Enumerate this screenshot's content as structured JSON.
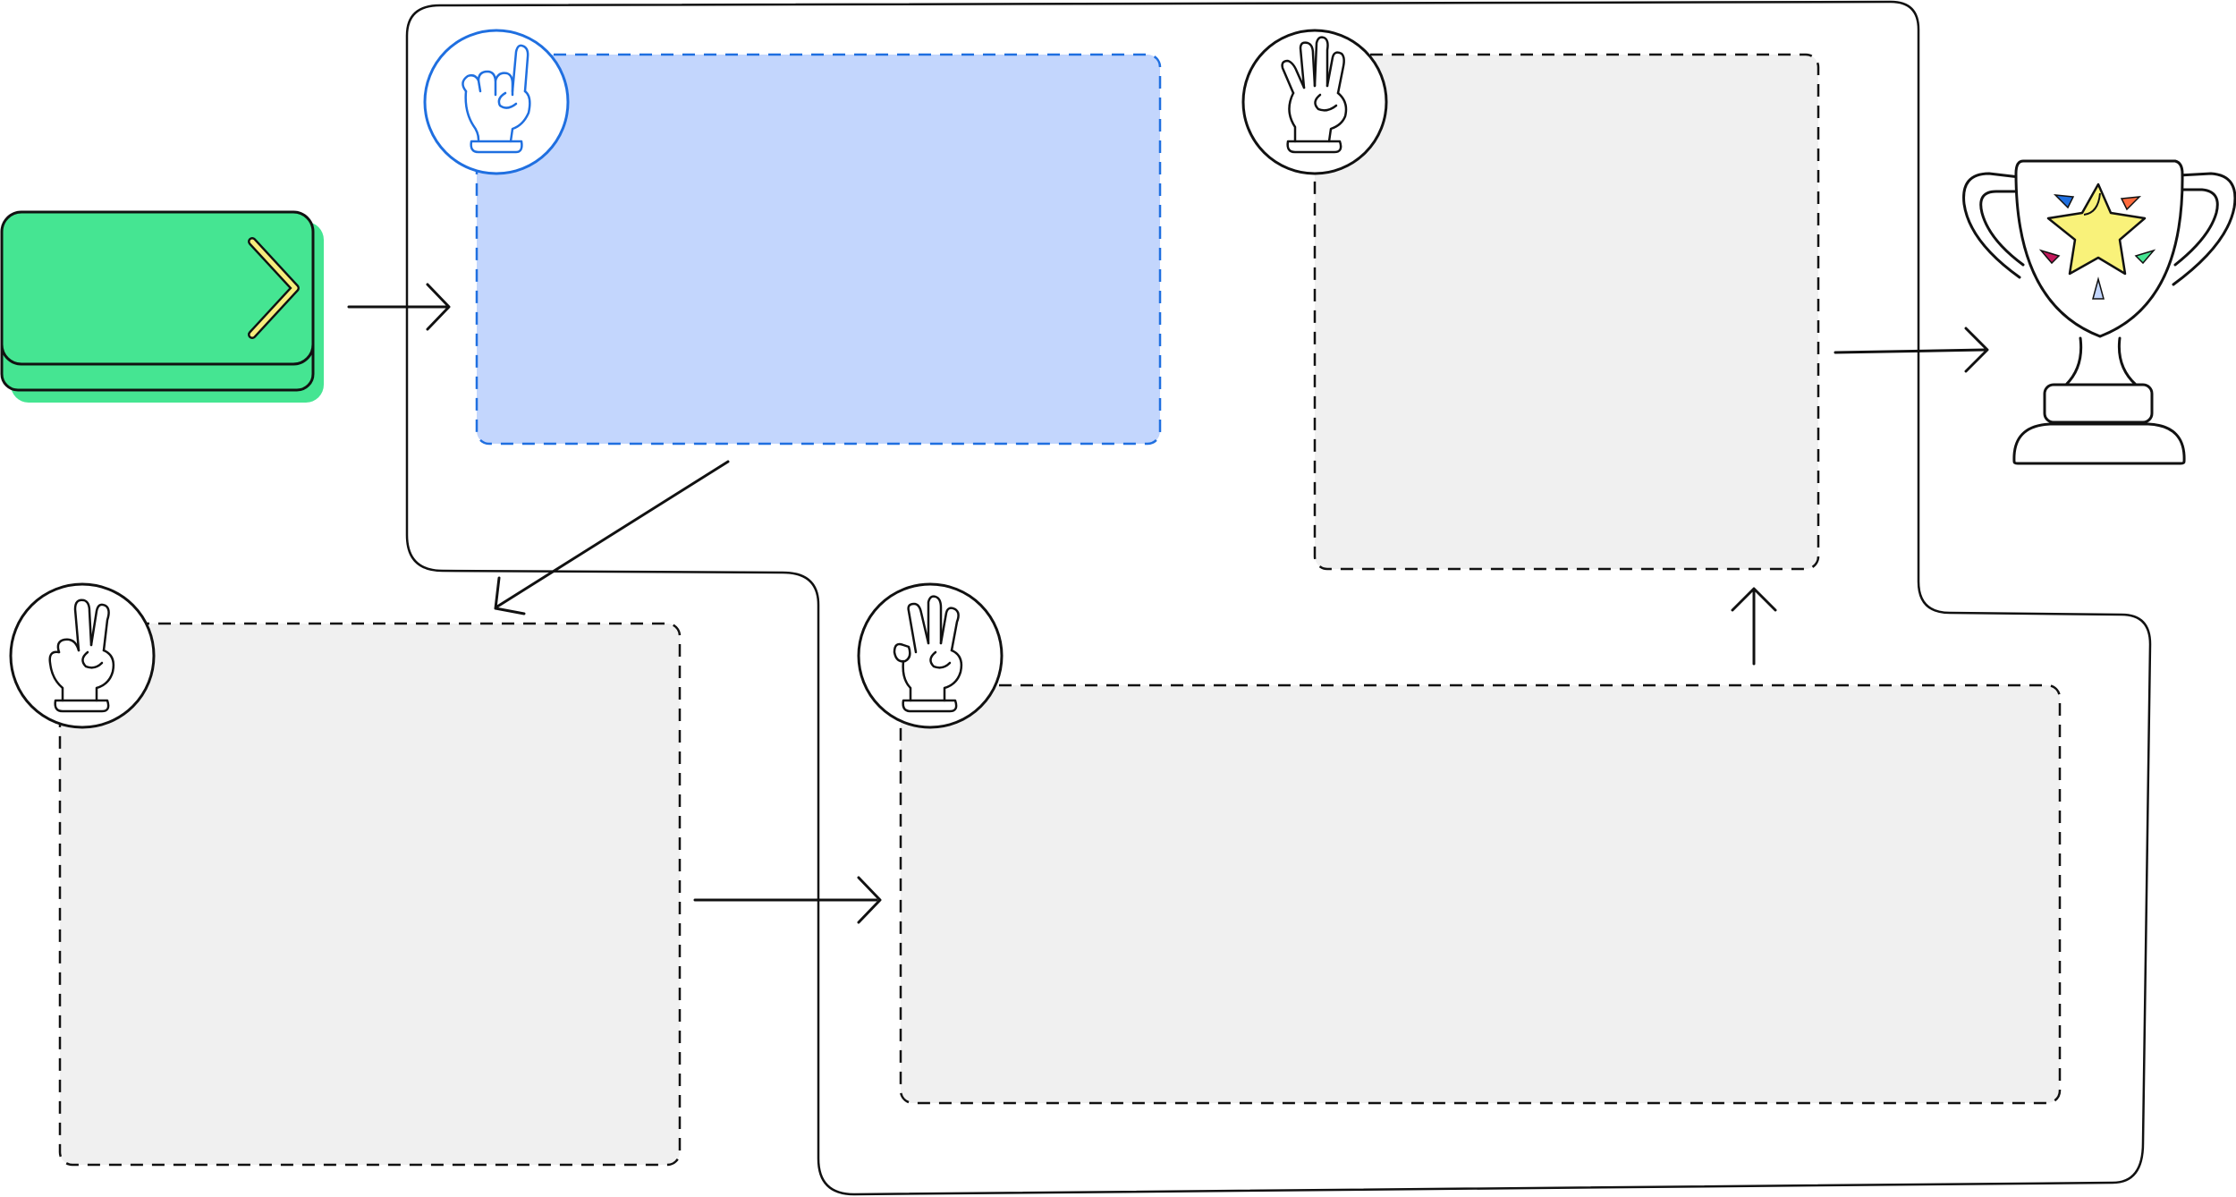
{
  "diagram": {
    "start_button": {
      "icon": "chevron-right-icon",
      "fill": "#45e592",
      "shadow": "#45e592"
    },
    "steps": [
      {
        "id": 1,
        "badge_icon": "hand-one-finger-icon",
        "fill": "#c3d6fd",
        "border": "#1f6fe0",
        "active": true
      },
      {
        "id": 2,
        "badge_icon": "hand-two-fingers-icon",
        "fill": "#f0f0f0",
        "border": "#111111",
        "active": false
      },
      {
        "id": 3,
        "badge_icon": "hand-three-fingers-icon",
        "fill": "#f0f0f0",
        "border": "#111111",
        "active": false
      },
      {
        "id": 4,
        "badge_icon": "hand-four-fingers-icon",
        "fill": "#f0f0f0",
        "border": "#111111",
        "active": false
      }
    ],
    "goal": {
      "icon": "trophy-icon",
      "star_color": "#f9f27a"
    }
  }
}
